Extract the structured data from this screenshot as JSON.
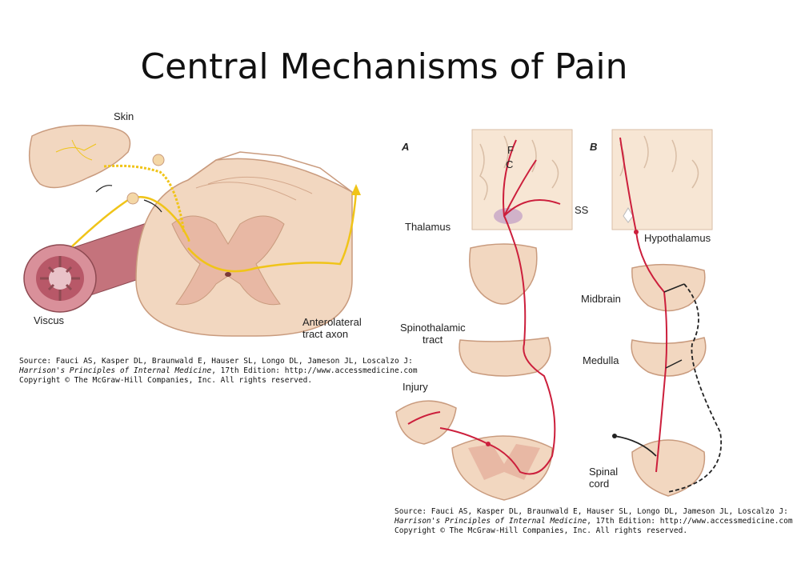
{
  "title": "Central Mechanisms of Pain",
  "left_figure": {
    "labels": {
      "skin": "Skin",
      "viscus": "Viscus",
      "axon_line1": "Anterolateral",
      "axon_line2": "tract axon"
    },
    "source": {
      "line1": "Source: Fauci AS, Kasper DL, Braunwald E, Hauser SL, Longo DL, Jameson JL, Loscalzo J:",
      "line2_italic": "Harrison's Principles of Internal Medicine",
      "line2_rest": ", 17th Edition: http://www.accessmedicine.com",
      "line3": "Copyright © The McGraw-Hill Companies, Inc. All rights reserved."
    }
  },
  "right_figure": {
    "panel_a": "A",
    "panel_b": "B",
    "labels": {
      "f": "F",
      "c": "C",
      "ss": "SS",
      "thalamus": "Thalamus",
      "spinothalamic_line1": "Spinothalamic",
      "spinothalamic_line2": "tract",
      "injury": "Injury",
      "hypothalamus": "Hypothalamus",
      "midbrain": "Midbrain",
      "medulla": "Medulla",
      "spinal_line1": "Spinal",
      "spinal_line2": "cord"
    },
    "source": {
      "line1": "Source: Fauci AS, Kasper DL, Braunwald E, Hauser SL, Longo DL, Jameson JL, Loscalzo J:",
      "line2_italic": "Harrison's Principles of Internal Medicine",
      "line2_rest": ", 17th Edition: http://www.accessmedicine.com",
      "line3": "Copyright © The McGraw-Hill Companies, Inc. All rights reserved."
    }
  },
  "colors": {
    "tissue": "#f2d7c0",
    "tissue_edge": "#c99b7e",
    "gray_matter": "#e8b8a4",
    "nerve_yellow": "#f0c419",
    "pathway_red": "#cc1f3c",
    "viscus": "#c4737c"
  }
}
